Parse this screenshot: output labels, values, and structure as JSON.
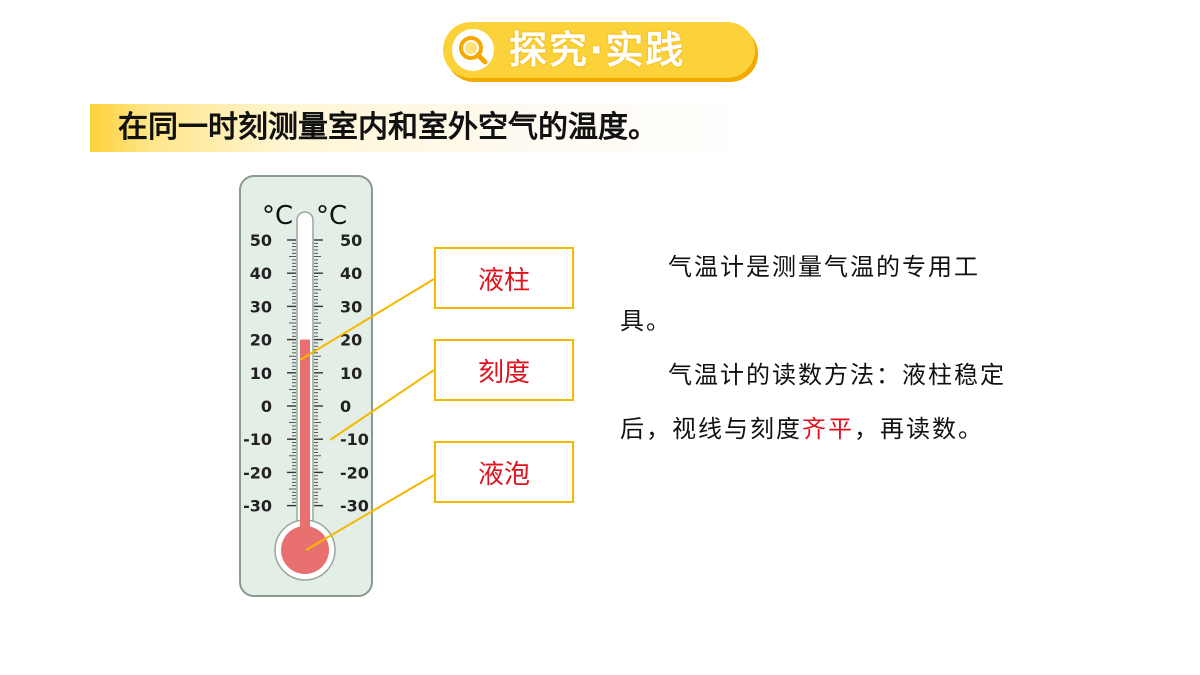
{
  "header": {
    "title": "探究·实践"
  },
  "task": {
    "text": "在同一时刻测量室内和室外空气的温度。"
  },
  "thermometer": {
    "unit_left": "°C",
    "unit_right": "°C",
    "scale_labels": [
      "50",
      "40",
      "30",
      "20",
      "10",
      "0",
      "-10",
      "-20",
      "-30"
    ],
    "liquid_level_celsius": 20,
    "liquid_color": "#e8706f",
    "body_color": "#e3efe6"
  },
  "labels": {
    "column": "液柱",
    "scale": "刻度",
    "bulb": "液泡"
  },
  "description": {
    "p1": "气温计是测量气温的专用工具。",
    "p2_before": "气温计的读数方法：液柱稳定后，视线与刻度",
    "p2_highlight": "齐平",
    "p2_after": "，再读数。"
  },
  "colors": {
    "accent_yellow": "#fcd23a",
    "box_border": "#f5b800",
    "highlight_red": "#e0111d"
  }
}
